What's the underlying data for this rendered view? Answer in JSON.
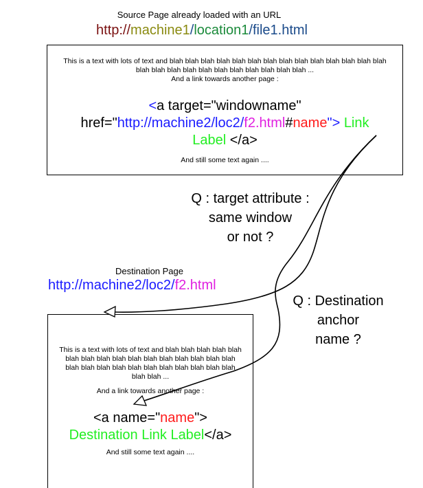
{
  "source": {
    "caption": "Source Page already loaded with an URL",
    "url": {
      "protocol": "http://",
      "machine": "machine1",
      "sep1": "/",
      "location": "location1",
      "sep2": "/",
      "file": "file1.html"
    },
    "body_text": "This is a text with lots of text and blah blah blah blah blah blah blah blah blah blah blah blah blah blah blah blah blah blah blah blah blah blah blah blah blah ...",
    "link_intro": "And a link towards another page :",
    "code": {
      "open": "<a target=\"windowname\"",
      "href_attr": "href=\"",
      "href_base": "http://machine2/loc2/",
      "href_file": "f2.html",
      "hash": "#",
      "anchor": "name",
      "close_quote": "\">",
      "label": "Link Label",
      "end_tag": "</a>"
    },
    "trailing_text": "And still some text again ...."
  },
  "question_target": {
    "line1": "Q : target attribute :",
    "line2": "same window",
    "line3": "or not ?"
  },
  "destination": {
    "caption": "Destination Page",
    "url": {
      "base": "http://machine2/loc2/",
      "file": "f2.html"
    },
    "body_text": "This is a text with lots of text and blah blah blah blah blah blah blah blah blah blah blah blah blah blah blah blah blah blah blah blah blah blah blah blah blah blah blah blah blah ...",
    "link_intro": "And a link towards another page :",
    "code": {
      "open": "<a name=\"",
      "anchor": "name",
      "close": "\">",
      "label": "Destination Link Label",
      "end_tag": "</a>"
    },
    "trailing_text": "And still some text again ...."
  },
  "question_anchor": {
    "line1": "Q : Destination",
    "line2": "anchor",
    "line3": "name ?"
  },
  "colors": {
    "protocol": "#7a1010",
    "machine": "#8a8a10",
    "location": "#1a8a3a",
    "file": "#1a4a8a",
    "url_blue": "#1a1aff",
    "file_magenta": "#e020e0",
    "anchor_red": "#ff1a1a",
    "label_green": "#22ee22"
  }
}
